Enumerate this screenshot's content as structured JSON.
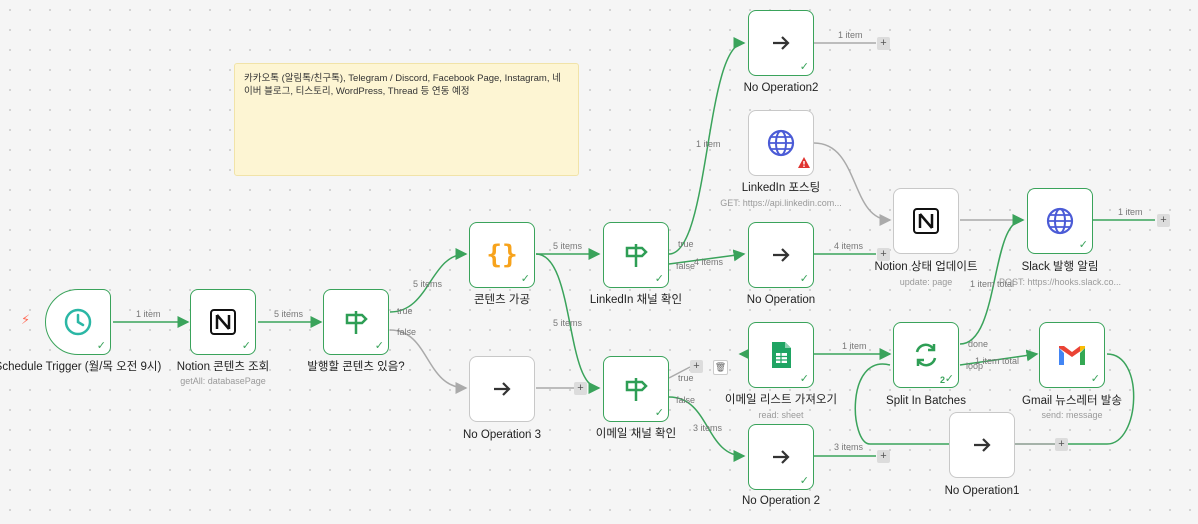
{
  "sticky_note": {
    "text": "카카오톡 (알림톡/친구톡), Telegram / Discord, Facebook Page, Instagram, 네이버 블로그, 티스토리, WordPress, Thread 등 연동 예정"
  },
  "nodes": {
    "schedule": {
      "name": "Schedule Trigger (월/목 오전 9시)"
    },
    "notion_fetch": {
      "name": "Notion 콘텐츠 조회",
      "subtitle": "getAll: databasePage"
    },
    "has_content": {
      "name": "발행할 콘텐츠 있음?",
      "out_true": "true",
      "out_false": "false"
    },
    "noop3": {
      "name": "No Operation 3"
    },
    "process": {
      "name": "콘텐츠 가공",
      "glyph": "{}"
    },
    "linkedin_check": {
      "name": "LinkedIn 채널 확인",
      "out_true": "true",
      "out_false": "false"
    },
    "email_check": {
      "name": "이메일 채널 확인",
      "out_true": "true",
      "out_false": "false"
    },
    "noop2a": {
      "name": "No Operation2"
    },
    "linkedin_post": {
      "name": "LinkedIn 포스팅",
      "subtitle": "GET: https://api.linkedin.com..."
    },
    "noop": {
      "name": "No Operation"
    },
    "notion_update": {
      "name": "Notion 상태 업데이트",
      "subtitle": "update: page"
    },
    "slack": {
      "name": "Slack 발행 알림",
      "subtitle": "POST: https://hooks.slack.co..."
    },
    "sheet": {
      "name": "이메일 리스트 가져오기",
      "subtitle": "read: sheet"
    },
    "split": {
      "name": "Split In Batches",
      "out_done": "done",
      "out_loop": "loop",
      "run_count": "2"
    },
    "gmail": {
      "name": "Gmail 뉴스레터 발송",
      "subtitle": "send: message"
    },
    "noop2b": {
      "name": "No Operation 2"
    },
    "noop1": {
      "name": "No Operation1"
    }
  },
  "edges": {
    "e1": "1 item",
    "e2": "5 items",
    "e3": "5 items",
    "e4": "5 items",
    "e5": "5 items",
    "e6": "1 item",
    "e7": "4 items",
    "e8": "4 items",
    "e9": "1 item",
    "e10": "1 item total",
    "e11": "1 item",
    "e12": "1 item total",
    "e13": "3 items",
    "e14": "3 items",
    "e15": "1 item"
  },
  "colors": {
    "success": "#3aa35b",
    "inactive": "#c8c8c8",
    "trigger_bolt": "#ff6d5a",
    "sticky": "#fdf5d3"
  }
}
